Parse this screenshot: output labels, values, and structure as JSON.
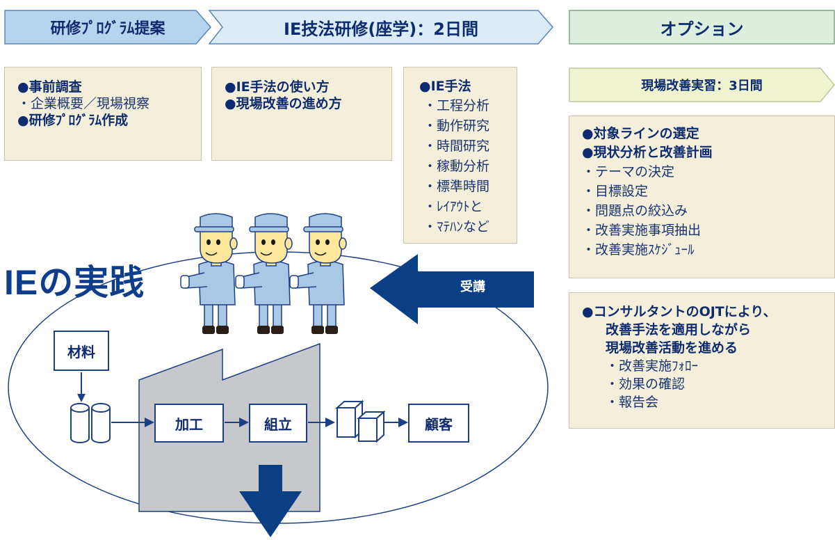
{
  "steps": {
    "step1": "研修ﾌﾟﾛｸﾞﾗﾑ提案",
    "step2": "IE技法研修(座学)：2日間",
    "step3": "オプション",
    "step4": "現場改善実習：3日間"
  },
  "box_pre": {
    "l1": "●事前調査",
    "l2": "・企業概要／現場視察",
    "l3": "●研修ﾌﾟﾛｸﾞﾗﾑ作成"
  },
  "box_use": {
    "l1": "●IE手法の使い方",
    "l2": "●現場改善の進め方"
  },
  "box_methods": {
    "title": "●IE手法",
    "items": [
      "・工程分析",
      "・動作研究",
      "・時間研究",
      "・稼動分析",
      "・標準時間",
      "・ﾚｲｱｳﾄと",
      "・ﾏﾃﾊﾝなど"
    ]
  },
  "box_plan": {
    "h1": "●対象ラインの選定",
    "h2": "●現状分析と改善計画",
    "items": [
      "・テーマの決定",
      "・目標設定",
      "・問題点の絞込み",
      "・改善実施事項抽出",
      "・改善実施ｽｹｼﾞｭｰﾙ"
    ]
  },
  "box_ojt": {
    "h1": "●コンサルタントのOJTにより、",
    "h2": "改善手法を適用しながら",
    "h3": "現場改善活動を進める",
    "items": [
      "・改善実施ﾌｫﾛｰ",
      "・効果の確認",
      "・報告会"
    ]
  },
  "main_title": "IEの実践",
  "arrow_label": "受講",
  "process": {
    "material": "材料",
    "processing": "加工",
    "assembly": "組立",
    "customer": "顧客"
  },
  "colors": {
    "step_fill": "#dcecf7",
    "step_first": "#b7d4ee",
    "step_border": "#5a86b8",
    "option_fill": "#dcefdf",
    "box_fill": "#f3efda",
    "navy": "#0d2b6e",
    "arrow_blue": "#0a3f86",
    "factory_gray": "#c6c8cb"
  }
}
